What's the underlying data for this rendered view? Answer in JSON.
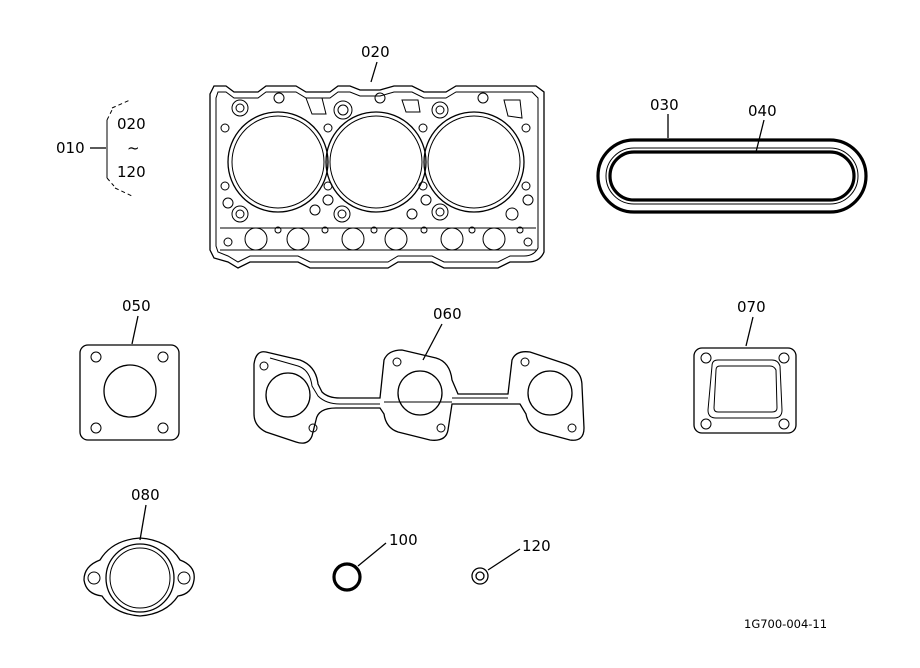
{
  "labels": {
    "kit": "010",
    "range_start": "020",
    "range_sep": "~",
    "range_end": "120",
    "head_gasket": "020",
    "ring_outer": "030",
    "ring_inner": "040",
    "flange_square": "050",
    "manifold": "060",
    "cover_gasket": "070",
    "flange_oval": "080",
    "o_ring": "100",
    "washer": "120"
  },
  "drawing_code": "1G700-004-11"
}
